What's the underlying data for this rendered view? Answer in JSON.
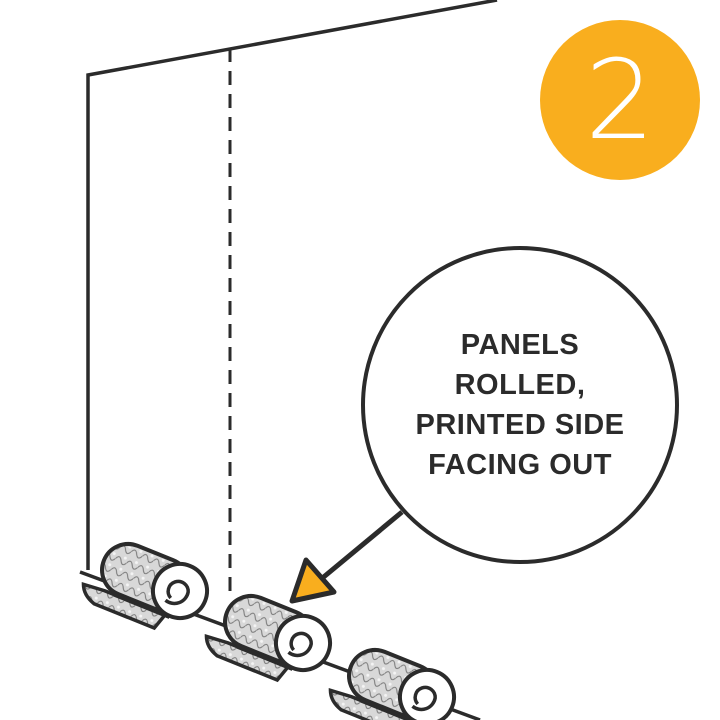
{
  "step_number": "2",
  "callout_lines": [
    "PANELS",
    "ROLLED,",
    "PRINTED SIDE",
    "FACING OUT"
  ],
  "colors": {
    "accent": "#F9AE1E",
    "line": "#2b2b2b"
  }
}
